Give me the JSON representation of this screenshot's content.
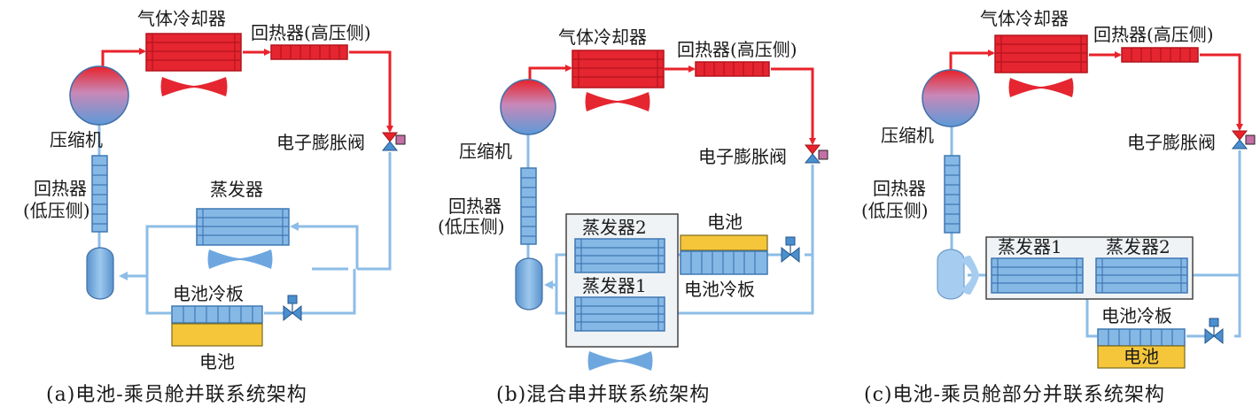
{
  "panel_a": {
    "gas_cooler": "气体冷却器",
    "recuperator_hp": "回热器(高压侧)",
    "compressor": "压缩机",
    "expansion_valve": "电子膨胀阀",
    "recuperator_lp_line1": "回热器",
    "recuperator_lp_line2": "(低压侧)",
    "evaporator": "蒸发器",
    "battery_cold_plate": "电池冷板",
    "battery": "电池",
    "caption": "(a)电池-乘员舱并联系统架构"
  },
  "panel_b": {
    "gas_cooler": "气体冷却器",
    "recuperator_hp": "回热器(高压侧)",
    "compressor": "压缩机",
    "expansion_valve": "电子膨胀阀",
    "recuperator_lp_line1": "回热器",
    "recuperator_lp_line2": "(低压侧)",
    "evaporator_2": "蒸发器2",
    "evaporator_1": "蒸发器1",
    "battery": "电池",
    "battery_cold_plate": "电池冷板",
    "caption": "(b)混合串并联系统架构"
  },
  "panel_c": {
    "gas_cooler": "气体冷却器",
    "recuperator_hp": "回热器(高压侧)",
    "compressor": "压缩机",
    "expansion_valve": "电子膨胀阀",
    "recuperator_lp_line1": "回热器",
    "recuperator_lp_line2": "(低压侧)",
    "evaporator_1": "蒸发器1",
    "evaporator_2": "蒸发器2",
    "battery_cold_plate": "电池冷板",
    "battery": "电池",
    "caption": "(c)电池-乘员舱部分并联系统架构"
  },
  "colors": {
    "high_pressure": "#e52530",
    "low_pressure": "#8dbde6",
    "heat_exchanger": "#86b8e6",
    "battery": "#f5c63a"
  }
}
